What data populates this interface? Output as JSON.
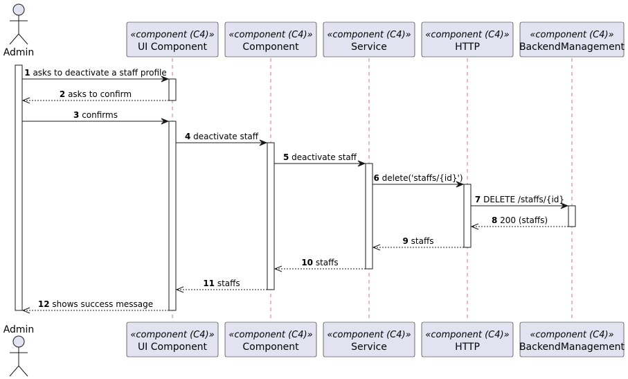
{
  "actor": {
    "name": "Admin"
  },
  "participants": [
    {
      "stereotype": "«component (C4)»",
      "name": "UI Component"
    },
    {
      "stereotype": "«component (C4)»",
      "name": "Component"
    },
    {
      "stereotype": "«component (C4)»",
      "name": "Service"
    },
    {
      "stereotype": "«component (C4)»",
      "name": "HTTP"
    },
    {
      "stereotype": "«component (C4)»",
      "name": "BackendManagement"
    }
  ],
  "messages": [
    {
      "num": "1",
      "text": "asks to deactivate a staff profile",
      "from": 0,
      "to": 1,
      "kind": "sync"
    },
    {
      "num": "2",
      "text": "asks to confirm",
      "from": 1,
      "to": 0,
      "kind": "return"
    },
    {
      "num": "3",
      "text": "confirms",
      "from": 0,
      "to": 1,
      "kind": "sync"
    },
    {
      "num": "4",
      "text": "deactivate staff",
      "from": 1,
      "to": 2,
      "kind": "sync"
    },
    {
      "num": "5",
      "text": "deactivate staff",
      "from": 2,
      "to": 3,
      "kind": "sync"
    },
    {
      "num": "6",
      "text": "delete('staffs/{id}')",
      "from": 3,
      "to": 4,
      "kind": "sync"
    },
    {
      "num": "7",
      "text": "DELETE /staffs/{id}",
      "from": 4,
      "to": 5,
      "kind": "sync"
    },
    {
      "num": "8",
      "text": "200 (staffs)",
      "from": 5,
      "to": 4,
      "kind": "return"
    },
    {
      "num": "9",
      "text": "staffs",
      "from": 4,
      "to": 3,
      "kind": "return"
    },
    {
      "num": "10",
      "text": "staffs",
      "from": 3,
      "to": 2,
      "kind": "return"
    },
    {
      "num": "11",
      "text": "staffs",
      "from": 2,
      "to": 1,
      "kind": "return"
    },
    {
      "num": "12",
      "text": "shows success message",
      "from": 1,
      "to": 0,
      "kind": "return"
    }
  ]
}
